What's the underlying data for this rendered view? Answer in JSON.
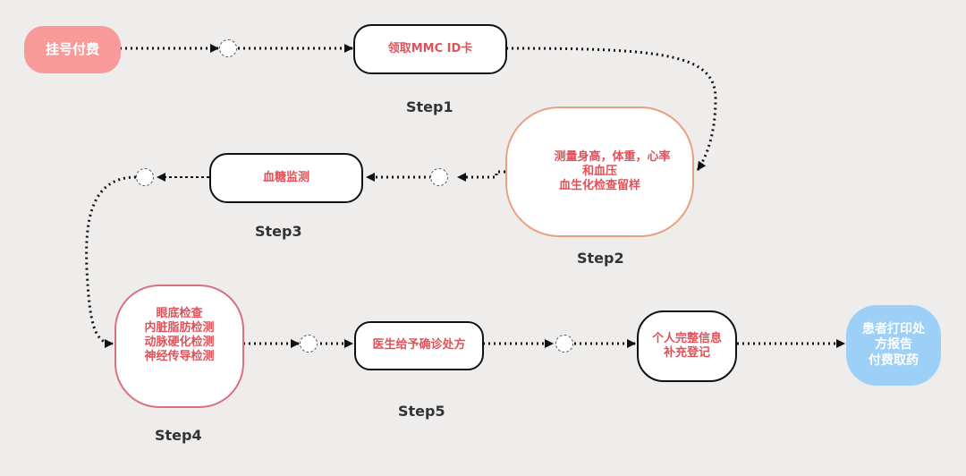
{
  "nodes": {
    "start": {
      "label": "挂号付费",
      "color": "#f99a9a"
    },
    "step1_box": {
      "label": "领取MMC ID卡"
    },
    "step2_box": {
      "lines": [
        "测量身高，体重，心率",
        "和血压",
        "血生化检查留样"
      ],
      "border_color": "#e8a080"
    },
    "step3_box": {
      "label": "血糖监测"
    },
    "step4_box": {
      "lines": [
        "眼底检查",
        "内脏脂肪检测",
        "动脉硬化检测",
        "神经传导检测"
      ],
      "border_color": "#d9707e"
    },
    "step5_box": {
      "label": "医生给予确诊处方"
    },
    "register": {
      "lines": [
        "个人完整信息",
        "补充登记"
      ]
    },
    "end": {
      "lines": [
        "患者打印处",
        "方报告",
        "付费取药"
      ],
      "color": "#9dd0f7"
    }
  },
  "steps": [
    "Step1",
    "Step2",
    "Step3",
    "Step4",
    "Step5"
  ],
  "colors": {
    "text_red": "#e0525a",
    "background": "#efedec"
  }
}
